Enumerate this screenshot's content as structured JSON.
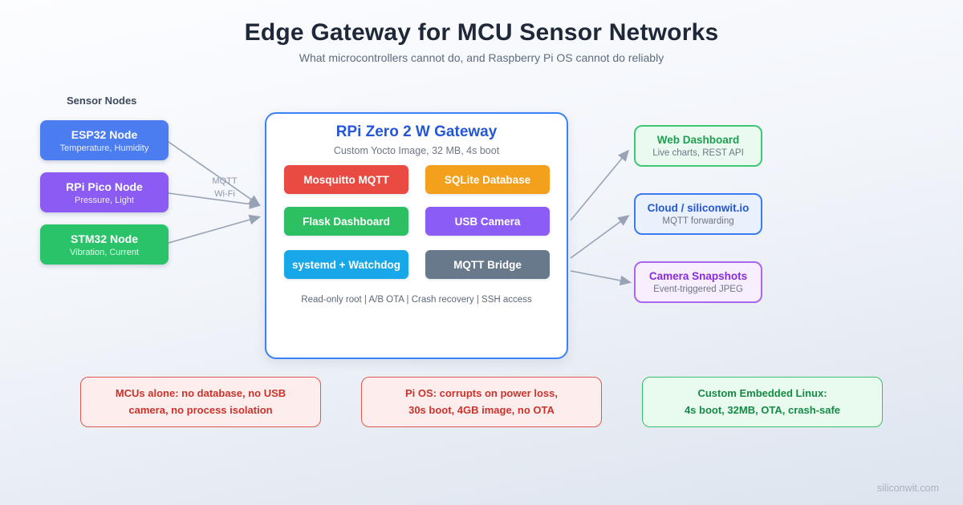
{
  "page": {
    "title": "Edge Gateway for MCU Sensor Networks",
    "subtitle": "What microcontrollers cannot do, and Raspberry Pi OS cannot do reliably",
    "watermark": "siliconwit.com"
  },
  "sensors": {
    "label": "Sensor Nodes",
    "nodes": [
      {
        "title": "ESP32 Node",
        "desc": "Temperature, Humidity",
        "color": "#4b7df0"
      },
      {
        "title": "RPi Pico Node",
        "desc": "Pressure, Light",
        "color": "#8c5bf3"
      },
      {
        "title": "STM32 Node",
        "desc": "Vibration, Current",
        "color": "#2bc36a"
      }
    ]
  },
  "link_labels": {
    "top": "MQTT",
    "bottom": "Wi-Fi"
  },
  "gateway": {
    "title": "RPi Zero 2 W Gateway",
    "subtitle": "Custom Yocto Image, 32 MB, 4s boot",
    "border_color": "#3b82f6",
    "chips": [
      {
        "label": "Mosquitto MQTT",
        "color": "#e94a42"
      },
      {
        "label": "SQLite Database",
        "color": "#f3a01d"
      },
      {
        "label": "Flask Dashboard",
        "color": "#2dc063"
      },
      {
        "label": "USB Camera",
        "color": "#8b5cf6"
      },
      {
        "label": "systemd + Watchdog",
        "color": "#18a8ea"
      },
      {
        "label": "MQTT Bridge",
        "color": "#68798c"
      }
    ],
    "footer": "Read-only root | A/B OTA | Crash recovery | SSH access"
  },
  "outputs": [
    {
      "title": "Web Dashboard",
      "desc": "Live charts, REST API",
      "bg": "#eafaf0",
      "border": "#3fc873",
      "title_color": "#1d9e50"
    },
    {
      "title": "Cloud / siliconwit.io",
      "desc": "MQTT forwarding",
      "bg": "#e9f1fc",
      "border": "#3b7df0",
      "title_color": "#2457d0"
    },
    {
      "title": "Camera Snapshots",
      "desc": "Event-triggered JPEG",
      "bg": "#f7effd",
      "border": "#aa66ef",
      "title_color": "#8a2bd8"
    }
  ],
  "notes": [
    {
      "line1": "MCUs alone: no database, no USB",
      "line2": "camera, no process isolation",
      "bg": "#fdeeed",
      "border": "#e2574f",
      "color": "#c9332b"
    },
    {
      "line1": "Pi OS: corrupts on power loss,",
      "line2": "30s boot, 4GB image, no OTA",
      "bg": "#fdeeed",
      "border": "#e2574f",
      "color": "#c9332b"
    },
    {
      "line1": "Custom Embedded Linux:",
      "line2": "4s boot, 32MB, OTA, crash-safe",
      "bg": "#e9fbef",
      "border": "#37c16e",
      "color": "#148a45"
    }
  ],
  "arrow_color": "#98a4b5"
}
